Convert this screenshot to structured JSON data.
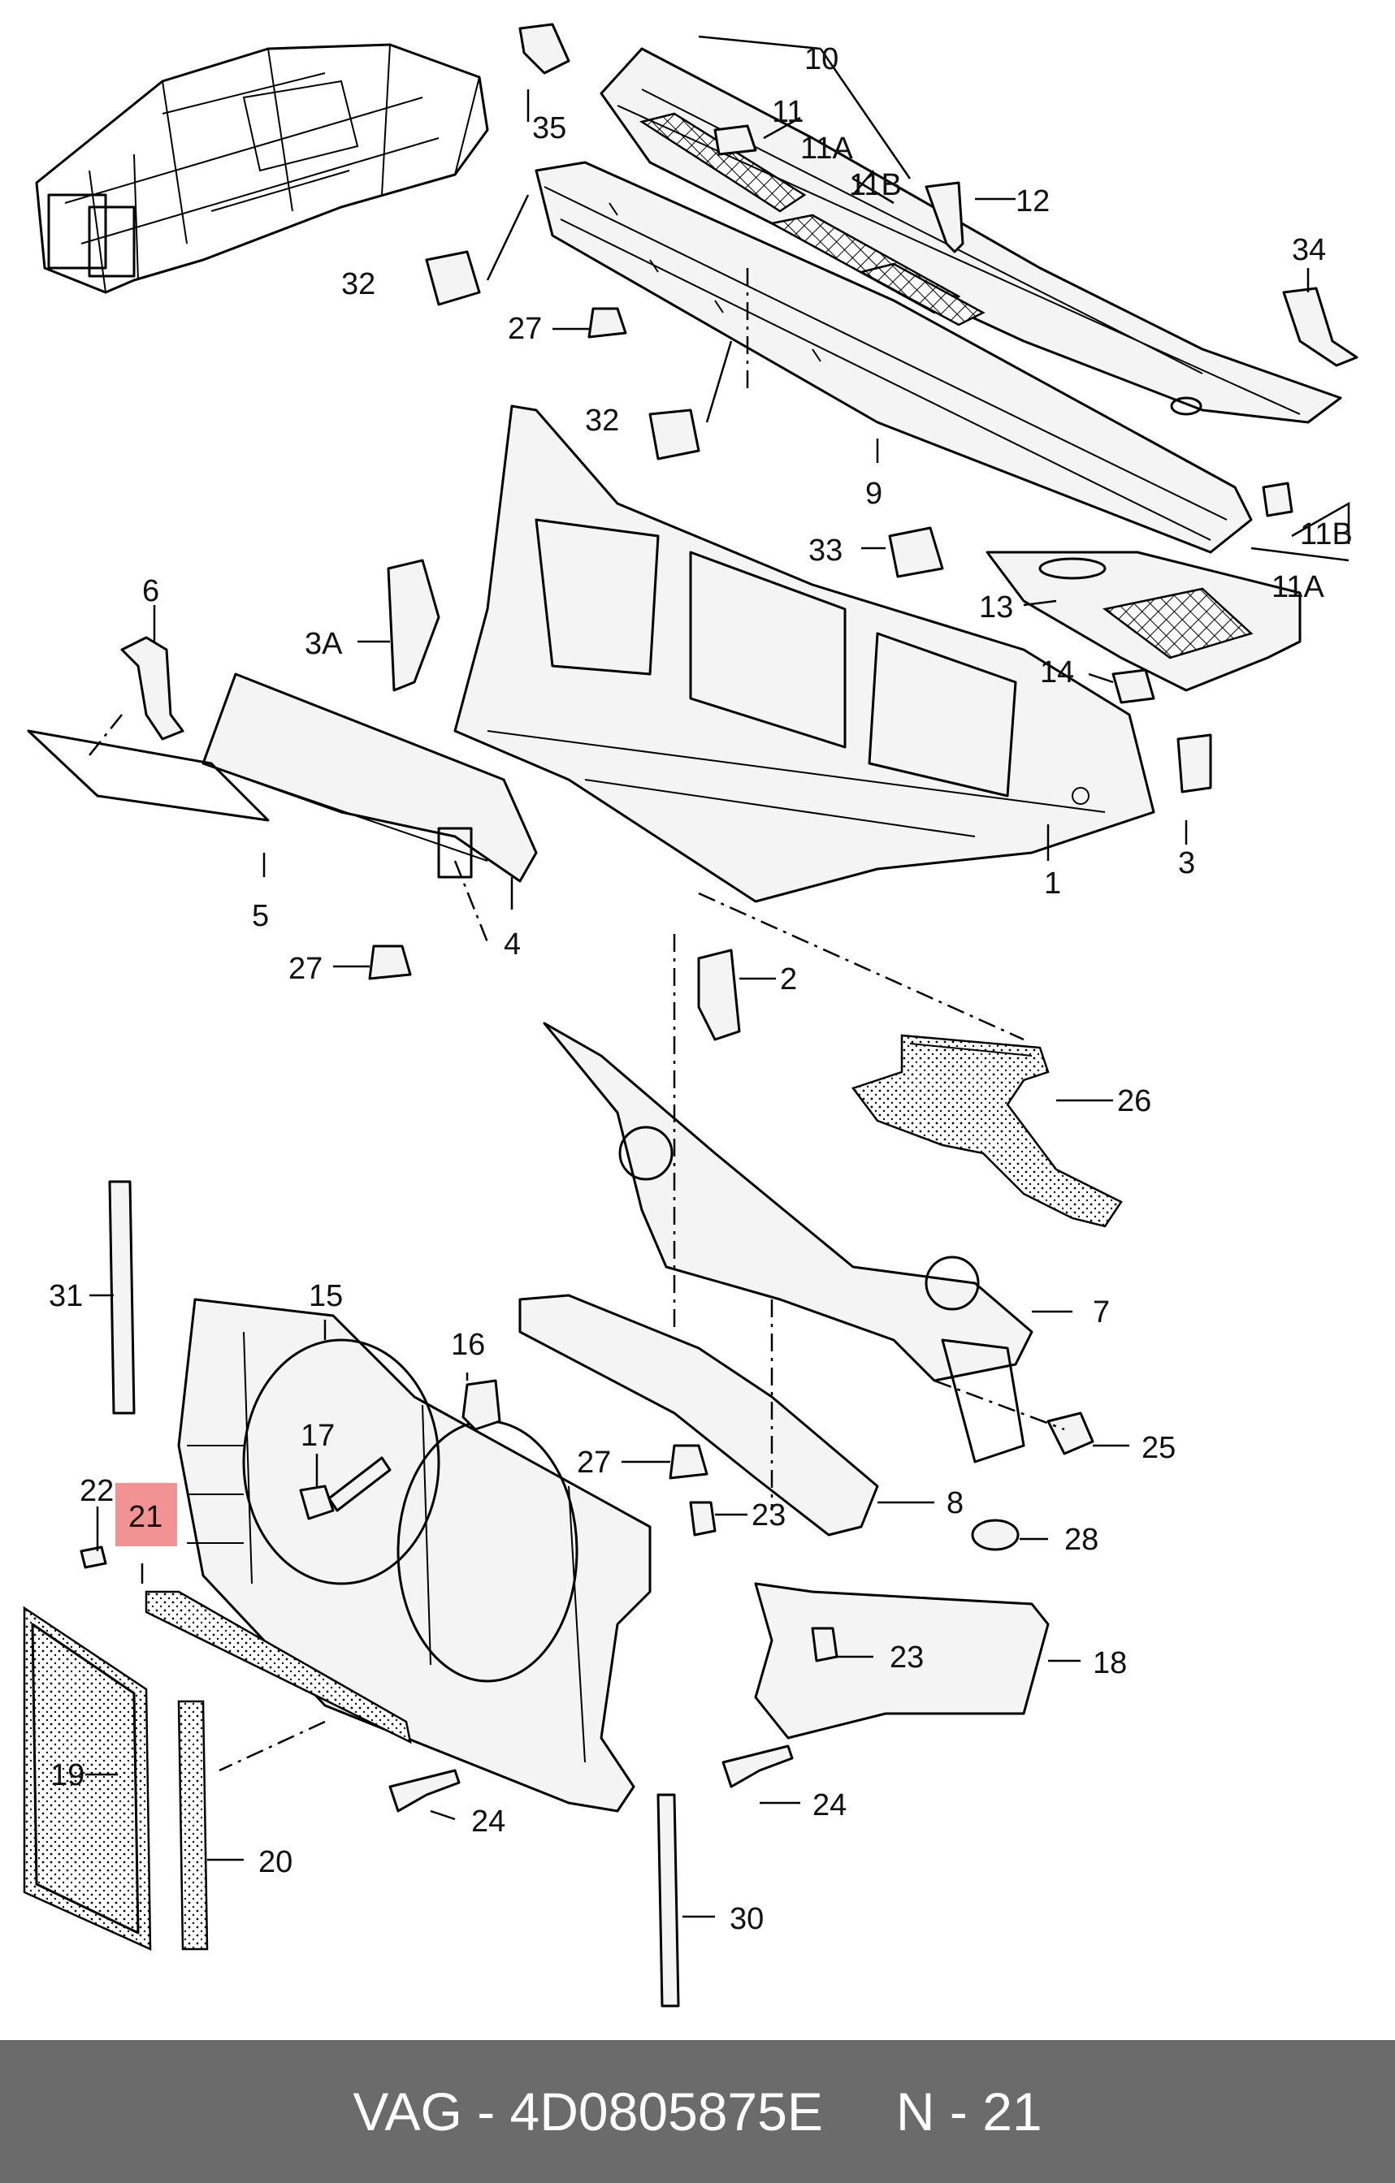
{
  "diagram": {
    "callouts": {
      "c1": "1",
      "c2": "2",
      "c3": "3",
      "c3a": "3A",
      "c4": "4",
      "c5": "5",
      "c6": "6",
      "c7": "7",
      "c8": "8",
      "c9": "9",
      "c10": "10",
      "c11": "11",
      "c11a_top": "11A",
      "c11b_top": "11B",
      "c11a_right": "11A",
      "c11b_right": "11B",
      "c12": "12",
      "c13": "13",
      "c14": "14",
      "c15": "15",
      "c16": "16",
      "c17": "17",
      "c18": "18",
      "c19": "19",
      "c20": "20",
      "c21": "21",
      "c22": "22",
      "c23a": "23",
      "c23b": "23",
      "c24a": "24",
      "c24b": "24",
      "c25": "25",
      "c26": "26",
      "c27a": "27",
      "c27b": "27",
      "c27c": "27",
      "c28": "28",
      "c30": "30",
      "c31": "31",
      "c32a": "32",
      "c32b": "32",
      "c33": "33",
      "c34": "34",
      "c35": "35"
    },
    "highlighted_part": "21",
    "highlight_color": "#f08080"
  },
  "footer": {
    "brand": "VAG",
    "separator": "-",
    "part_number": "4D0805875E",
    "position_label": "N - 21",
    "background_color": "#6b6b6b"
  }
}
